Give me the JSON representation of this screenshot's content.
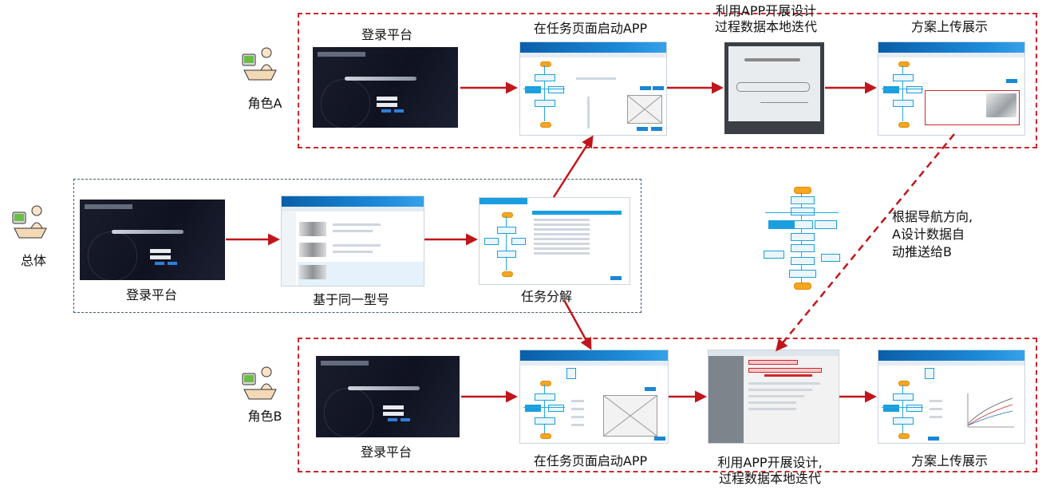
{
  "colors": {
    "red": "#c0161b",
    "blue_dash": "#3a5d78",
    "accent": "#1a9ee0"
  },
  "roles": {
    "role_a": "角色A",
    "overall": "总体",
    "role_b": "角色B"
  },
  "row_a": {
    "login": "登录平台",
    "launch": "在任务页面启动APP",
    "design_line1": "利用APP开展设计",
    "design_line2": "过程数据本地迭代",
    "upload": "方案上传展示"
  },
  "row_total": {
    "login": "登录平台",
    "model": "基于同一型号",
    "decompose": "任务分解"
  },
  "row_b": {
    "login": "登录平台",
    "launch": "在任务页面启动APP",
    "design_line1": "利用APP开展设计,",
    "design_line2": "过程数据本地迭代",
    "upload": "方案上传展示"
  },
  "annotation": {
    "line1": "根据导航方向,",
    "line2": "A设计数据自",
    "line3": "动推送给B"
  },
  "icons": {
    "person": "designer-at-desk-icon",
    "arrow": "arrow-right-icon",
    "flowchart": "flowchart-icon"
  }
}
